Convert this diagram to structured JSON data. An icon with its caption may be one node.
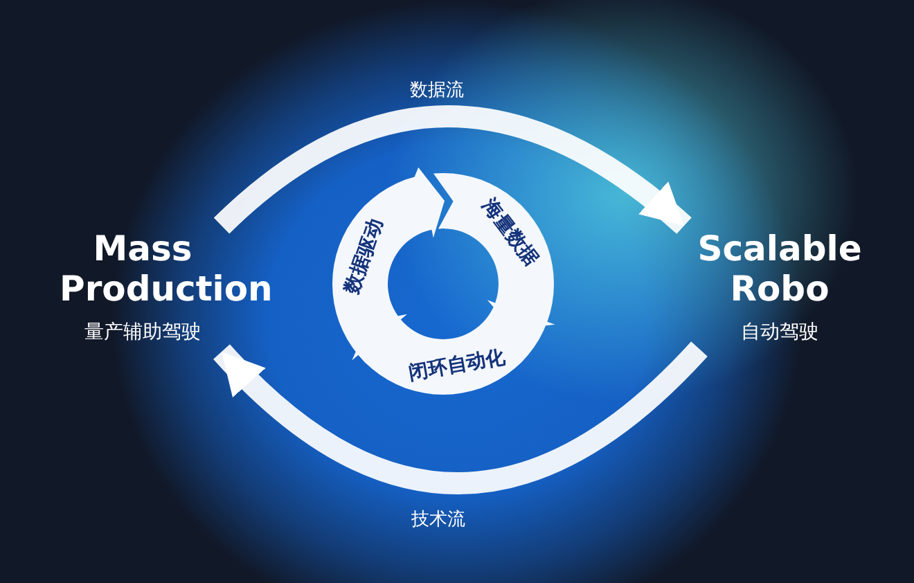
{
  "diagram": {
    "nodes": [
      {
        "text": [
          "Mass Production",
          "量产辅助驾驶"
        ]
      },
      {
        "text": [
          "Scalable Robo",
          "自动驾驶"
        ]
      },
      {
        "text": [
          "海量数据"
        ]
      },
      {
        "text": [
          "闭环自动化"
        ]
      },
      {
        "text": [
          "数据驱动"
        ]
      }
    ],
    "edges": [
      {
        "from": 0,
        "to": 1,
        "arrow": "to",
        "label": "数据流"
      },
      {
        "from": 1,
        "to": 0,
        "arrow": "to",
        "label": "技术流"
      }
    ]
  }
}
